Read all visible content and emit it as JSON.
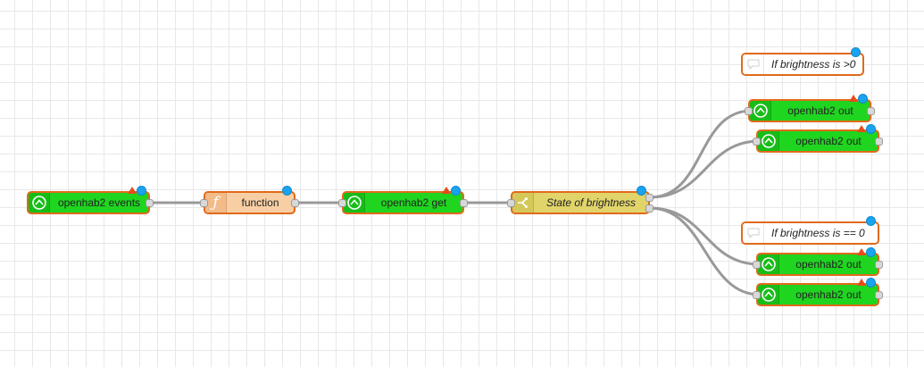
{
  "flow": {
    "nodes": {
      "events": {
        "label": "openhab2 events",
        "icon": "openhab-icon"
      },
      "function": {
        "label": "function",
        "icon": "function-icon"
      },
      "get": {
        "label": "openhab2 get",
        "icon": "openhab-icon"
      },
      "switch": {
        "label": "State of brightness",
        "icon": "switch-icon"
      },
      "comment_gt": {
        "label": "If brightness is >0",
        "icon": "comment-icon"
      },
      "out1": {
        "label": "openhab2 out",
        "icon": "openhab-icon"
      },
      "out2": {
        "label": "openhab2 out",
        "icon": "openhab-icon"
      },
      "comment_eq": {
        "label": "If brightness is == 0",
        "icon": "comment-icon"
      },
      "out3": {
        "label": "openhab2 out",
        "icon": "openhab-icon"
      },
      "out4": {
        "label": "openhab2 out",
        "icon": "openhab-icon"
      }
    }
  },
  "colors": {
    "openhab_node": "#1fd51f",
    "function_node": "#f8cfa4",
    "switch_node": "#e0d46b",
    "comment_node": "#ffffff",
    "selected_border": "#e06a1b",
    "changed_dot": "#1aa3ee",
    "warning_triangle": "#e84a1a",
    "wire": "#999999"
  }
}
